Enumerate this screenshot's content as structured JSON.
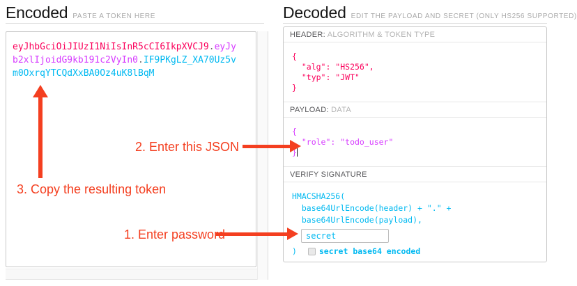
{
  "encoded_panel": {
    "title": "Encoded",
    "subtitle": "PASTE A TOKEN HERE",
    "token": {
      "header_part": "eyJhbGciOiJIUzI1NiIsInR5cCI6IkpXVCJ9",
      "separator": ".",
      "payload_part": "eyJyb2xlIjoidG9kb191c2VyIn0",
      "signature_part": "IF9PKgLZ_XA70Uz5vm0OxrqYTCQdXxBA0Oz4uK8lBqM"
    }
  },
  "decoded_panel": {
    "title": "Decoded",
    "subtitle": "EDIT THE PAYLOAD AND SECRET (ONLY HS256 SUPPORTED)",
    "header_section": {
      "label_primary": "HEADER:",
      "label_secondary": "ALGORITHM & TOKEN TYPE",
      "code_lines": [
        "{",
        "  \"alg\": \"HS256\",",
        "  \"typ\": \"JWT\"",
        "}"
      ]
    },
    "payload_section": {
      "label_primary": "PAYLOAD:",
      "label_secondary": "DATA",
      "code_lines": [
        "{",
        "  \"role\": \"todo_user\"",
        "}"
      ]
    },
    "signature_section": {
      "label_primary": "VERIFY SIGNATURE",
      "code_lines": [
        "HMACSHA256(",
        "  base64UrlEncode(header) + \".\" +",
        "  base64UrlEncode(payload),"
      ],
      "secret_value": "secret",
      "closing_paren": ") ",
      "checkbox_label": "secret base64 encoded",
      "checkbox_checked": false
    }
  },
  "annotations": {
    "step1": "1. Enter password",
    "step2": "2. Enter this JSON",
    "step3": "3. Copy the resulting token"
  },
  "colors": {
    "token_header": "#fb015b",
    "token_payload": "#d63aff",
    "token_signature": "#00b9f1",
    "annotation_red": "#f43f20"
  }
}
